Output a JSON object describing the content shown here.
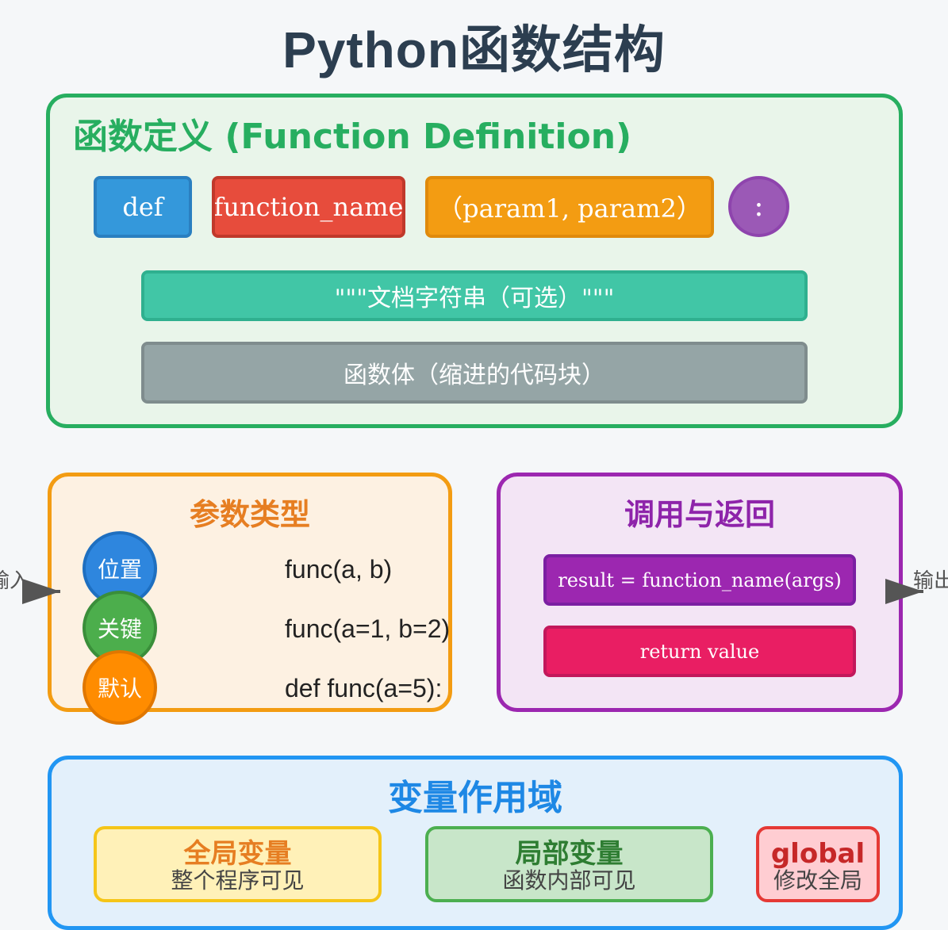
{
  "title": "Python函数结构",
  "definition": {
    "heading": "函数定义 (Function Definition)",
    "keyword": "def",
    "name": "function_name",
    "params": "（param1, param2）",
    "colon": ":",
    "docstring": "\"\"\"文档字符串（可选）\"\"\"",
    "body": "函数体（缩进的代码块）"
  },
  "parameters": {
    "heading": "参数类型",
    "items": [
      {
        "label": "位置",
        "example": "func(a, b)"
      },
      {
        "label": "关键",
        "example": "func(a=1, b=2)"
      },
      {
        "label": "默认",
        "example": "def func(a=5):"
      }
    ]
  },
  "call_return": {
    "heading": "调用与返回",
    "call": "result = function_name(args)",
    "return": "return value"
  },
  "io": {
    "input": "输入",
    "output": "输出"
  },
  "scope": {
    "heading": "变量作用域",
    "items": [
      {
        "title": "全局变量",
        "desc": "整个程序可见"
      },
      {
        "title": "局部变量",
        "desc": "函数内部可见"
      },
      {
        "title": "global",
        "desc": "修改全局"
      }
    ]
  },
  "colors": {
    "title": "#2c3e50",
    "definition": "#27ae60",
    "parameters": "#f39c12",
    "call_return": "#9c27b0",
    "scope": "#2196f3"
  }
}
